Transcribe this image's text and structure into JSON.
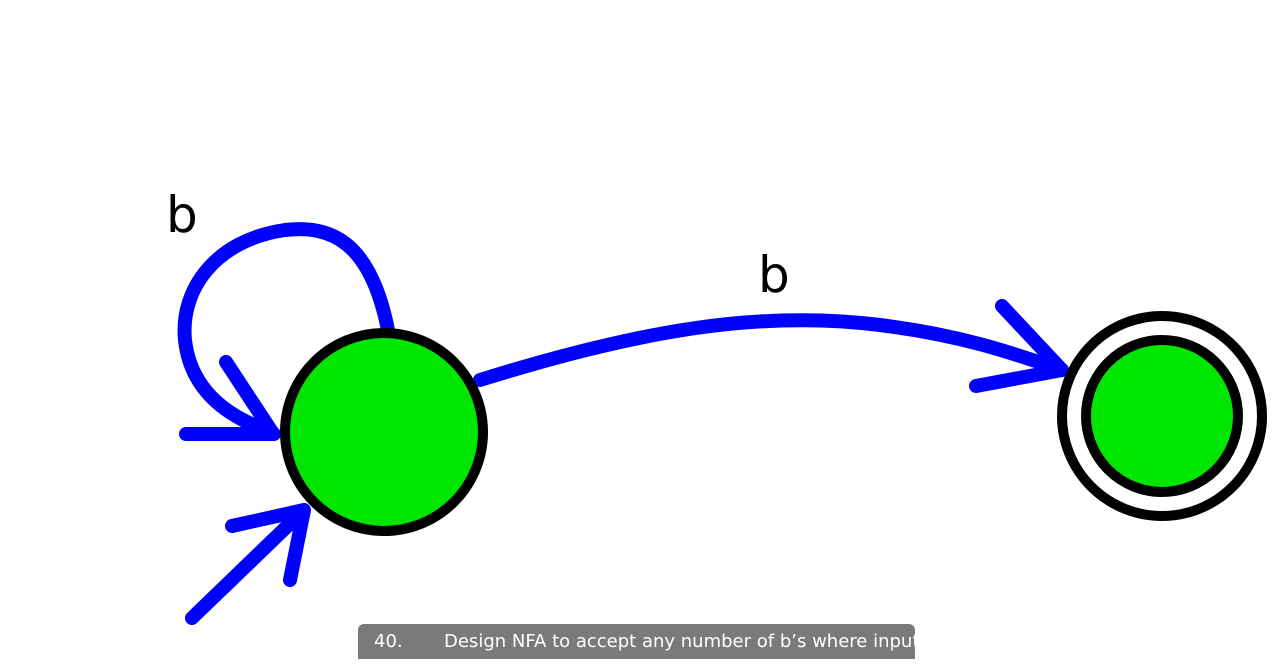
{
  "diagram": {
    "states": [
      {
        "id": "q0",
        "start": true,
        "accepting": false,
        "fill": "#00e600"
      },
      {
        "id": "q1",
        "start": false,
        "accepting": true,
        "fill": "#00e600"
      }
    ],
    "transitions": [
      {
        "from": "q0",
        "to": "q0",
        "label": "b"
      },
      {
        "from": "q0",
        "to": "q1",
        "label": "b"
      }
    ],
    "edge_color": "#0000ff",
    "outline_color": "#000000"
  },
  "caption": {
    "number": "40.",
    "text": "Design NFA to accept any number of b’s where input={a,b}."
  }
}
